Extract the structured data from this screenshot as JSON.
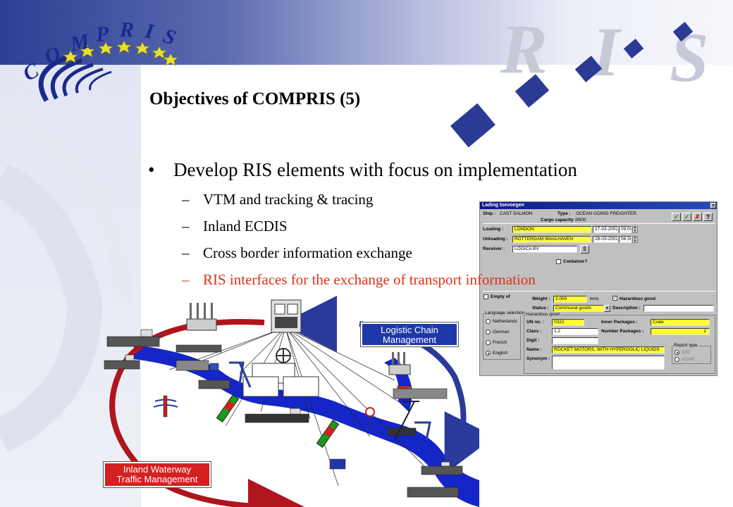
{
  "logo": {
    "letters": [
      "C",
      "O",
      "M",
      "P",
      "R",
      "I",
      "S"
    ]
  },
  "watermark": {
    "letters": [
      "R",
      "I",
      "S"
    ]
  },
  "slide": {
    "title": "Objectives of COMPRIS (5)",
    "main_bullet": "Develop RIS elements with focus on implementation",
    "bullet_glyph": "•",
    "dash_glyph": "–",
    "sub_bullets": [
      "VTM and tracking & tracing",
      "Inland ECDIS",
      "Cross border information exchange",
      "RIS interfaces for the exchange of transport information"
    ]
  },
  "form": {
    "title": "Lading toevoegen",
    "close_glyph": "✕",
    "ship_label": "Ship :",
    "ship_value": "CAST SALMON",
    "type_label": "Type :",
    "type_value": "OCEAN GOING FREIGHTER",
    "capacity_label": "Cargo capacity :",
    "capacity_value": "9500",
    "loading_label": "Loading :",
    "loading_value": "LONDON",
    "loading_date": "27-03-2002",
    "loading_time": "09:00",
    "unloading_label": "Unloading :",
    "unloading_value": "ROTTERDAM WAALHAVEN",
    "unloading_date": "28-03-2002",
    "unloading_time": "06:30",
    "receiver_label": "Receiver :",
    "receiver_value": "LOGICA BV",
    "container_label": "Container?",
    "empty_label": "Empty of",
    "language_group": "Language selection",
    "languages": [
      "Netherlands",
      "German",
      "French",
      "English"
    ],
    "selected_language": "English",
    "weight_label": "Weight :",
    "weight_value": "2.000",
    "weight_unit": "tons",
    "hazardous_label": "Hazardous good",
    "hazardous_checked": "✓",
    "status_label": "Status :",
    "status_value": "Communal goods",
    "description_label": "Description :",
    "hazard_group": "Hazardous good",
    "un_label": "UN no. :",
    "un_value": "0322",
    "class_label": "Class :",
    "class_value": "1.2",
    "digit_label": "Digit :",
    "name_label": "Name :",
    "name_value": "ROCKET MOTORS, WITH HYPERGOLIC LIQUIDS",
    "synonym_label": "Synonym :",
    "inner_label": "Inner Packages :",
    "inner_value": "Crate",
    "number_label": "Number Packages :",
    "number_value": "2",
    "report_group": "Report type",
    "report_options": [
      "IMO",
      "ADNR"
    ]
  },
  "diagram": {
    "logistic_line1": "Logistic Chain",
    "logistic_line2": "Management",
    "inland_line1": "Inland Waterway",
    "inland_line2": "Traffic Management"
  },
  "colors": {
    "title_band_dark": "#2b3f92",
    "logo_blue": "#1a2a8c",
    "logo_stars": "#e8e030",
    "accent_red": "#e0311b",
    "river_blue": "#1426c8",
    "form_yellow": "#ffff33"
  }
}
